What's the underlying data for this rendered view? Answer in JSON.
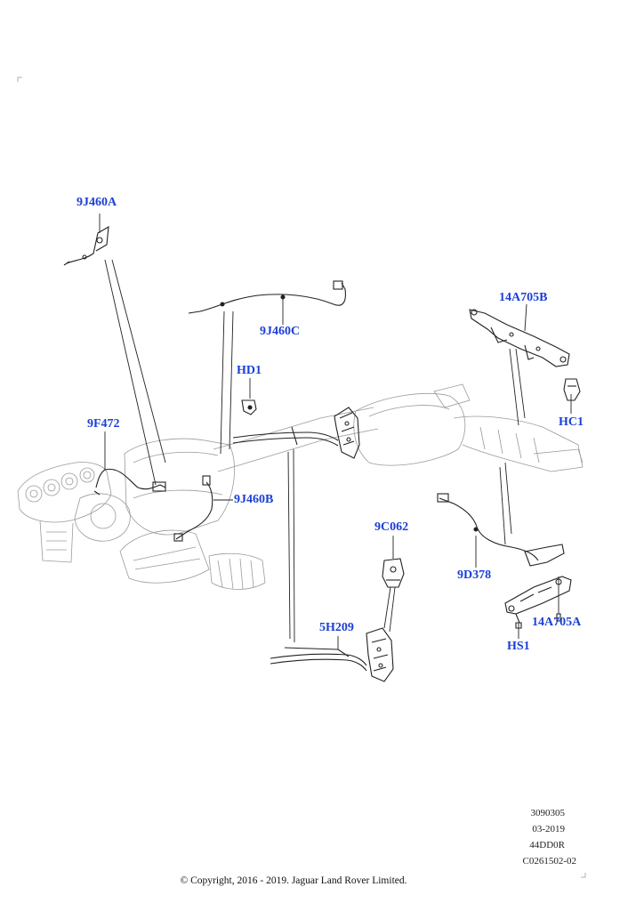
{
  "callouts": [
    {
      "id": "9J460A",
      "label": "9J460A"
    },
    {
      "id": "9J460C",
      "label": "9J460C"
    },
    {
      "id": "14A705B",
      "label": "14A705B"
    },
    {
      "id": "HD1",
      "label": "HD1"
    },
    {
      "id": "9F472",
      "label": "9F472"
    },
    {
      "id": "HC1",
      "label": "HC1"
    },
    {
      "id": "9J460B",
      "label": "9J460B"
    },
    {
      "id": "9C062",
      "label": "9C062"
    },
    {
      "id": "9D378",
      "label": "9D378"
    },
    {
      "id": "14A705A",
      "label": "14A705A"
    },
    {
      "id": "5H209",
      "label": "5H209"
    },
    {
      "id": "HS1",
      "label": "HS1"
    }
  ],
  "info_block": [
    "3090305",
    "03-2019",
    "44DD0R",
    "C0261502-02"
  ],
  "copyright": "© Copyright, 2016 - 2019. Jaguar Land Rover Limited.",
  "colors": {
    "callout": "#1a3fd6",
    "line_art": "#222222",
    "faint_art": "#9a9a9a"
  }
}
